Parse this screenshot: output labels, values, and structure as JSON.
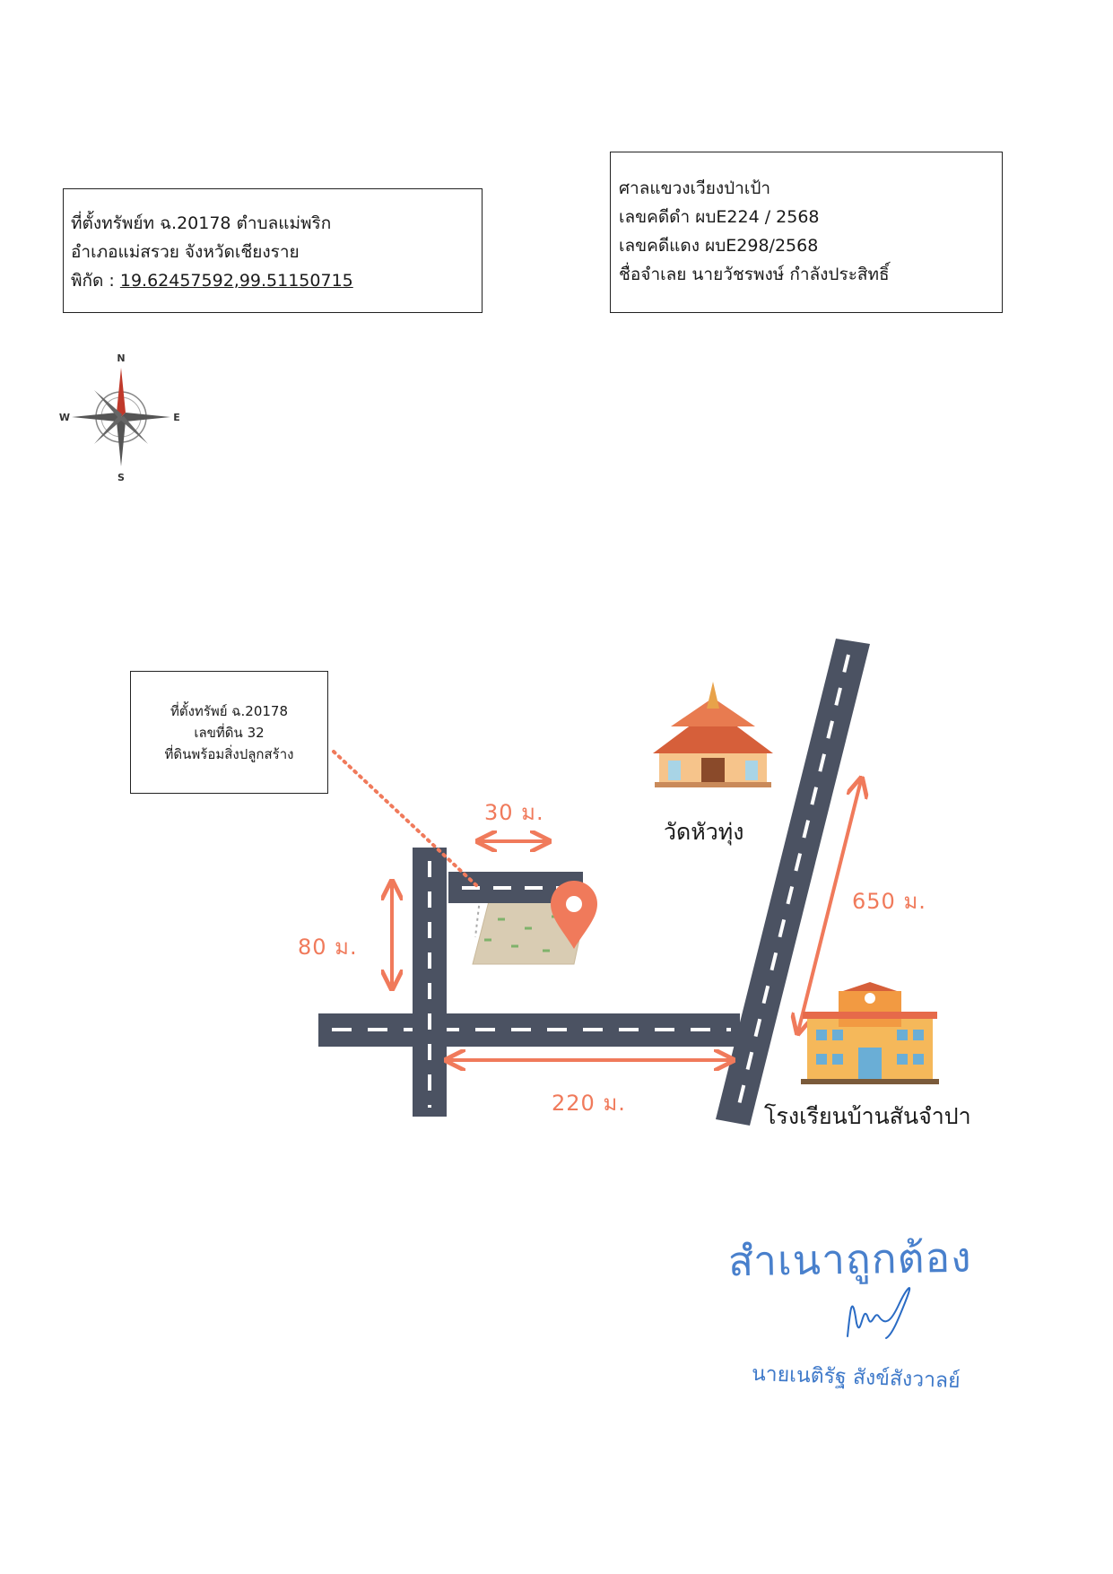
{
  "property_box": {
    "line1": "ที่ตั้งทรัพย์ท ฉ.20178 ตำบลแม่พริก",
    "line2": "อำเภอแม่สรวย จังหวัดเชียงราย",
    "coord_label": "พิกัด : ",
    "coord_value": "19.62457592,99.51150715"
  },
  "court_box": {
    "line1": "ศาลแขวงเวียงป่าเป้า",
    "line2": "เลขคดีดำ ผบE224 / 2568",
    "line3": "เลขคดีแดง ผบE298/2568",
    "line4": "ชื่อจำเลย นายวัชรพงษ์ กำลังประสิทธิ์"
  },
  "compass": {
    "n": "N",
    "e": "E",
    "s": "S",
    "w": "W",
    "icon": "compass-rose-icon"
  },
  "map": {
    "label_box": {
      "line1": "ที่ตั้งทรัพย์ ฉ.20178",
      "line2": "เลขที่ดิน 32",
      "line3": "ที่ดินพร้อมสิ่งปลูกสร้าง"
    },
    "distances": {
      "top": "30 ม.",
      "left": "80 ม.",
      "bottom": "220 ม.",
      "right": "650 ม."
    },
    "temple_name": "วัดหัวทุ่ง",
    "school_name": "โรงเรียนบ้านสันจำปา",
    "colors": {
      "road": "#4b5262",
      "accent": "#f07a5b",
      "land": "#d9ccb3"
    },
    "icons": [
      "temple-icon",
      "school-icon",
      "location-pin-icon"
    ]
  },
  "stamp": {
    "text": "สำเนาถูกต้อง",
    "signer": "นายเนติรัฐ สังข์สังวาลย์",
    "color": "#2a6bc4"
  }
}
